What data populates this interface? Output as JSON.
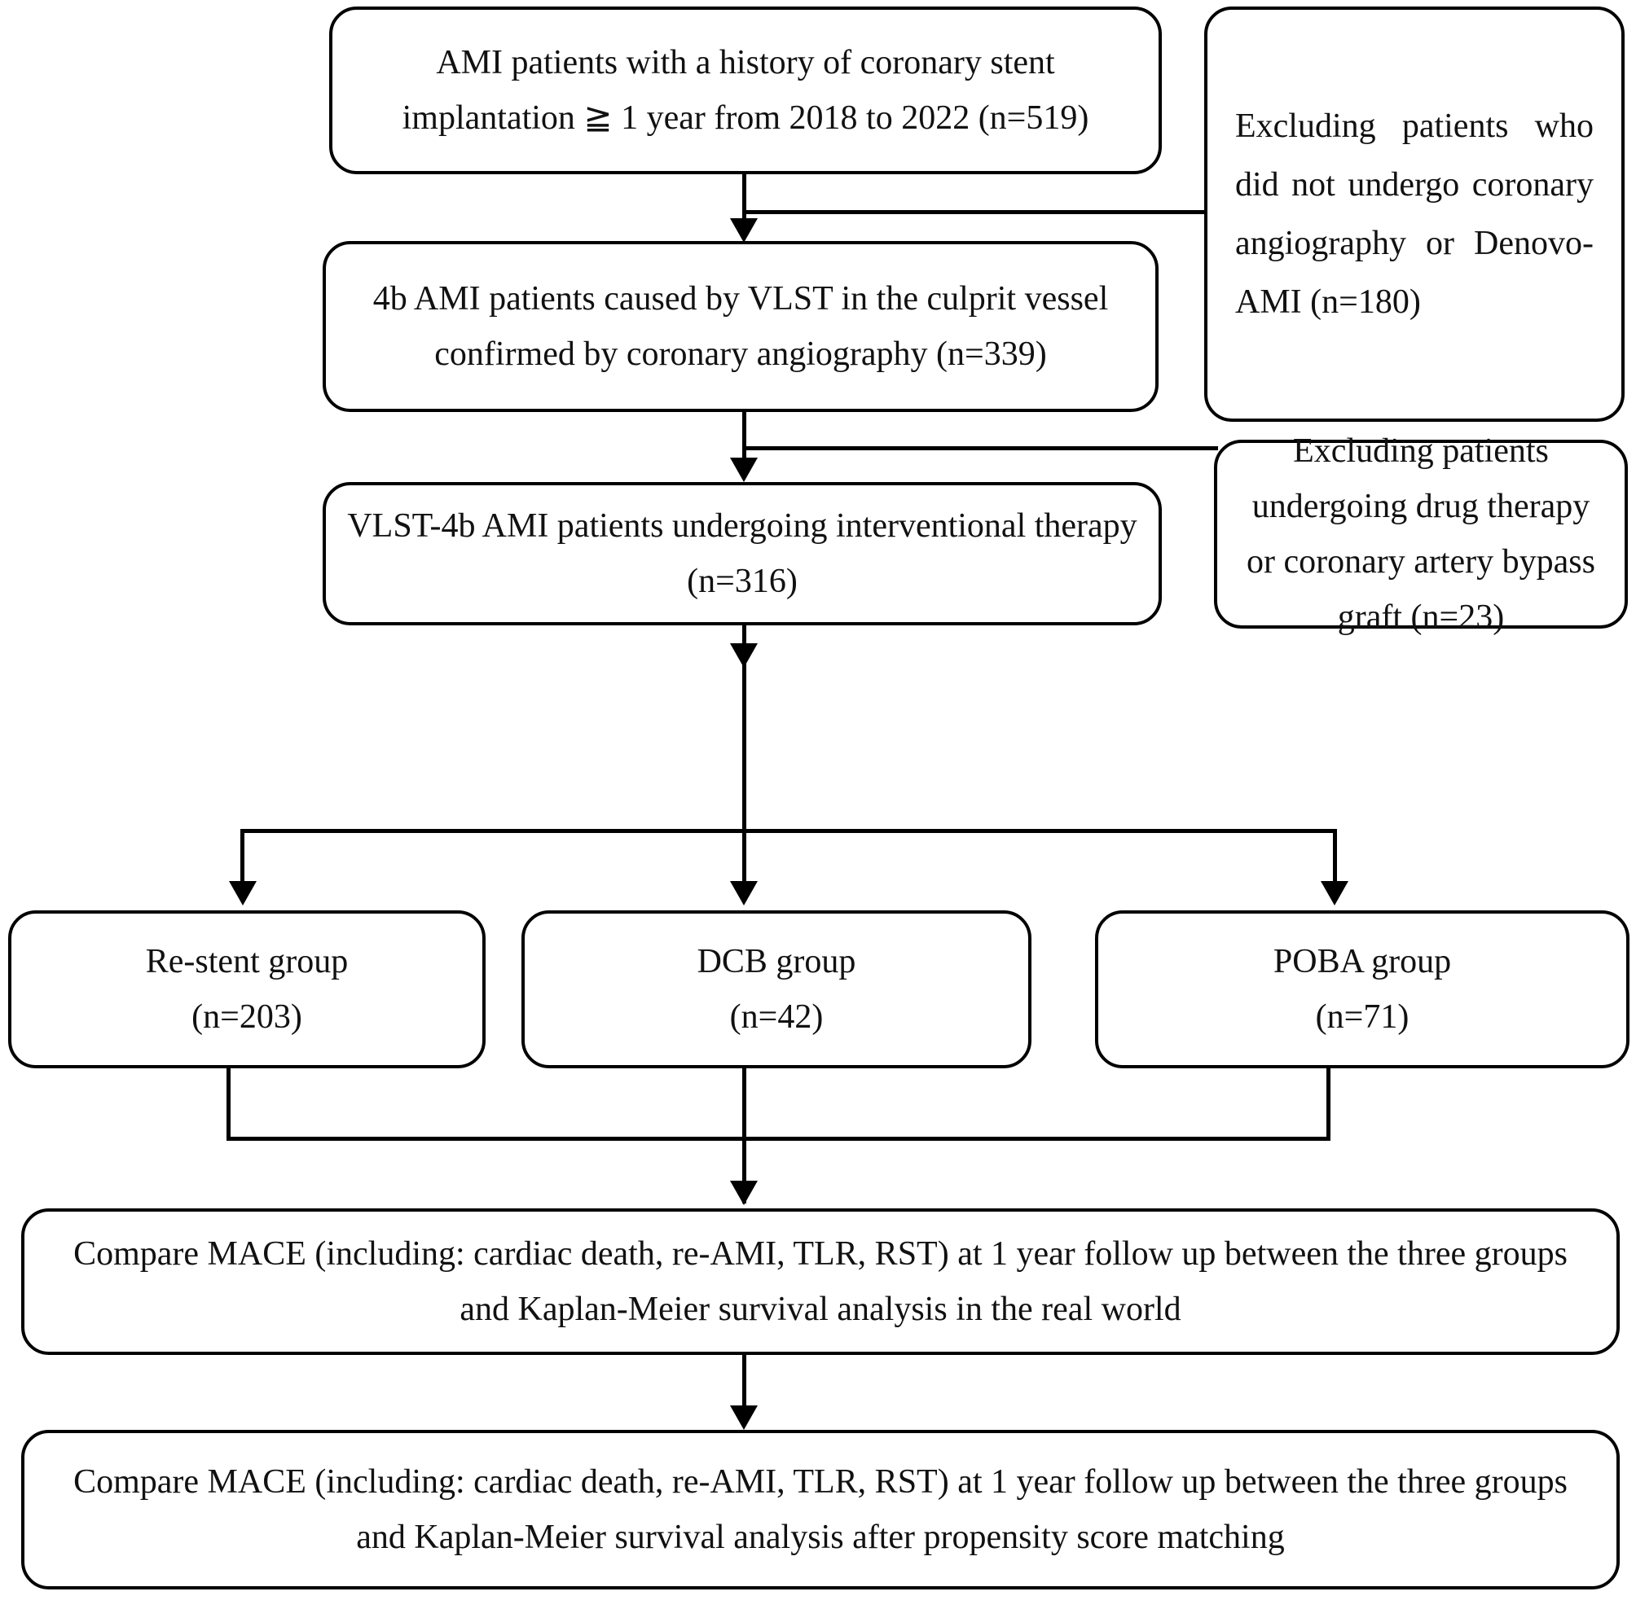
{
  "diagram": {
    "title": "Study patient flow diagram",
    "type": "flowchart",
    "line_color": "#000000",
    "box_fill": "#ffffff",
    "text_color": "#111111"
  },
  "nodes": {
    "source": {
      "id": "source-cohort",
      "text": "AMI patients with a history of coronary stent implantation ≧ 1 year from 2018 to 2022 (n=519)",
      "count_label": "(n=519)",
      "n": 519
    },
    "exclusion1": {
      "id": "exclusion-no-angiography",
      "text": "Excluding patients who did not undergo coronary angiography or Denovo-AMI (n=180)",
      "count_label": "(n=180)",
      "n": 180
    },
    "confirmed": {
      "id": "vlst-confirmed",
      "text": "4b AMI patients caused by VLST in the culprit vessel confirmed by coronary angiography (n=339)",
      "count_label": "(n=339)",
      "n": 339
    },
    "exclusion2": {
      "id": "exclusion-drug-or-cabg",
      "text": "Excluding patients undergoing drug therapy or coronary artery bypass graft (n=23)",
      "count_label": "(n=23)",
      "n": 23
    },
    "intervention": {
      "id": "interventional-therapy",
      "text": "VLST-4b AMI patients undergoing interventional therapy (n=316)",
      "count_label": "(n=316)",
      "n": 316
    }
  },
  "groups": [
    {
      "id": "re-stent-group",
      "label": "Re-stent group",
      "count_label": "(n=203)",
      "n": 203
    },
    {
      "id": "dcb-group",
      "label": "DCB group",
      "count_label": "(n=42)",
      "n": 42
    },
    {
      "id": "poba-group",
      "label": "POBA group",
      "count_label": "(n=71)",
      "n": 71
    }
  ],
  "outcomes": [
    {
      "id": "outcome-real-world",
      "text": "Compare MACE (including: cardiac death, re-AMI, TLR, RST) at 1 year follow up between the three groups and Kaplan-Meier survival analysis in the real world"
    },
    {
      "id": "outcome-psm",
      "text": "Compare MACE (including: cardiac death, re-AMI, TLR, RST) at 1 year follow up between the three groups and Kaplan-Meier survival analysis after propensity score matching"
    }
  ]
}
